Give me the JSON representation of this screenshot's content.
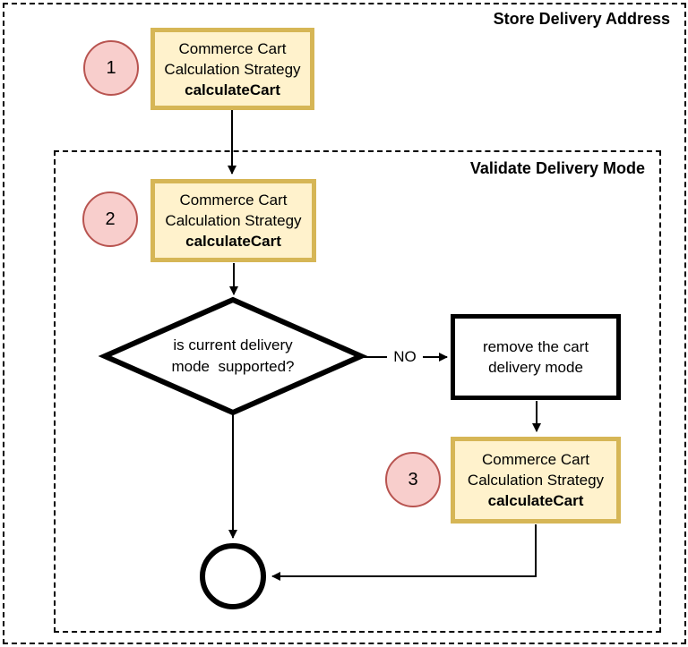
{
  "regions": {
    "outer": {
      "label": "Store Delivery Address"
    },
    "inner": {
      "label": "Validate Delivery Mode"
    }
  },
  "steps": [
    {
      "number": "1",
      "line1": "Commerce Cart",
      "line2": "Calculation Strategy",
      "method": "calculateCart"
    },
    {
      "number": "2",
      "line1": "Commerce Cart",
      "line2": "Calculation Strategy",
      "method": "calculateCart"
    },
    {
      "number": "3",
      "line1": "Commerce Cart",
      "line2": "Calculation Strategy",
      "method": "calculateCart"
    }
  ],
  "decision": {
    "text": "is current delivery\nmode  supported?"
  },
  "process": {
    "line1": "remove the cart",
    "line2": "delivery mode"
  },
  "edges": {
    "no_label": "NO"
  },
  "colors": {
    "step_fill": "#FFF2CC",
    "step_border": "#D6B656",
    "badge_fill": "#F8CECC",
    "badge_border": "#B85450",
    "shape_stroke": "#000000",
    "background": "#FFFFFF"
  }
}
